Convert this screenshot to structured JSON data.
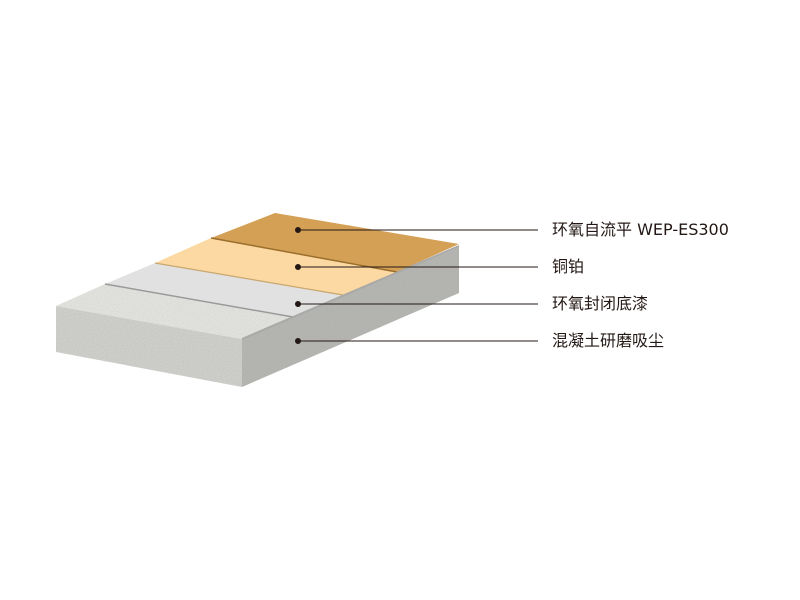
{
  "layers": [
    {
      "label": "环氧自流平 WEP-ES300",
      "color": "#d4a055"
    },
    {
      "label": "铜铂",
      "color": "#fcd9a2"
    },
    {
      "label": "环氧封闭底漆",
      "color": "#e1e1e1"
    },
    {
      "label": "混凝土研磨吸尘",
      "color": "#c9c9c6"
    }
  ],
  "leader_color": "#231815"
}
